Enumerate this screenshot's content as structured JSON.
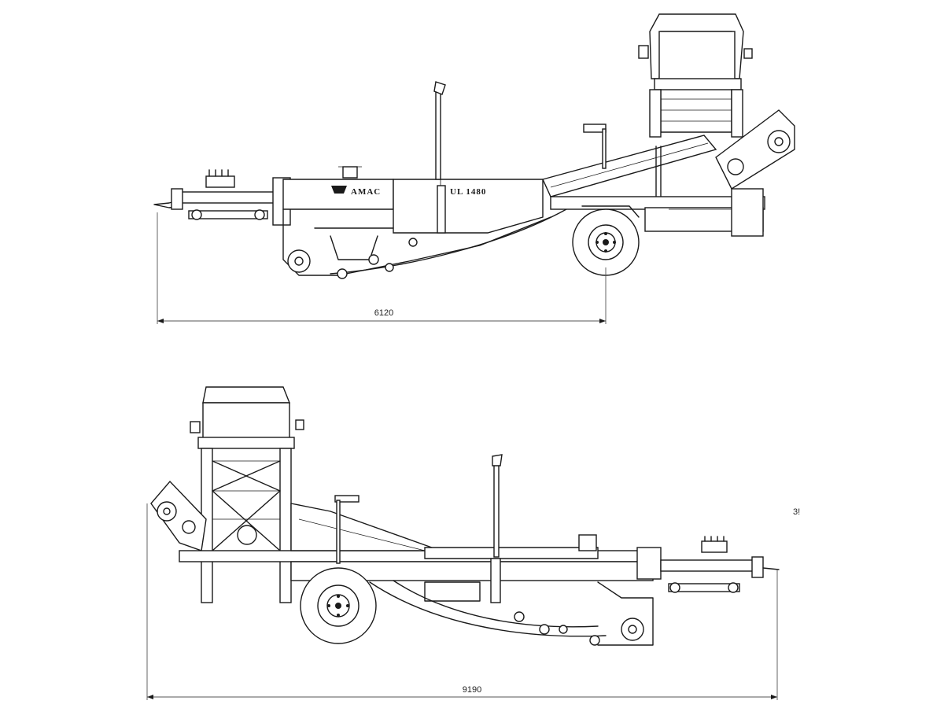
{
  "drawing": {
    "top_view": {
      "brand_label": "AMAC",
      "model_label": "UL 1480",
      "dimension": "6120"
    },
    "bottom_view": {
      "dimension": "9190",
      "cut_off_label": "3!"
    }
  }
}
